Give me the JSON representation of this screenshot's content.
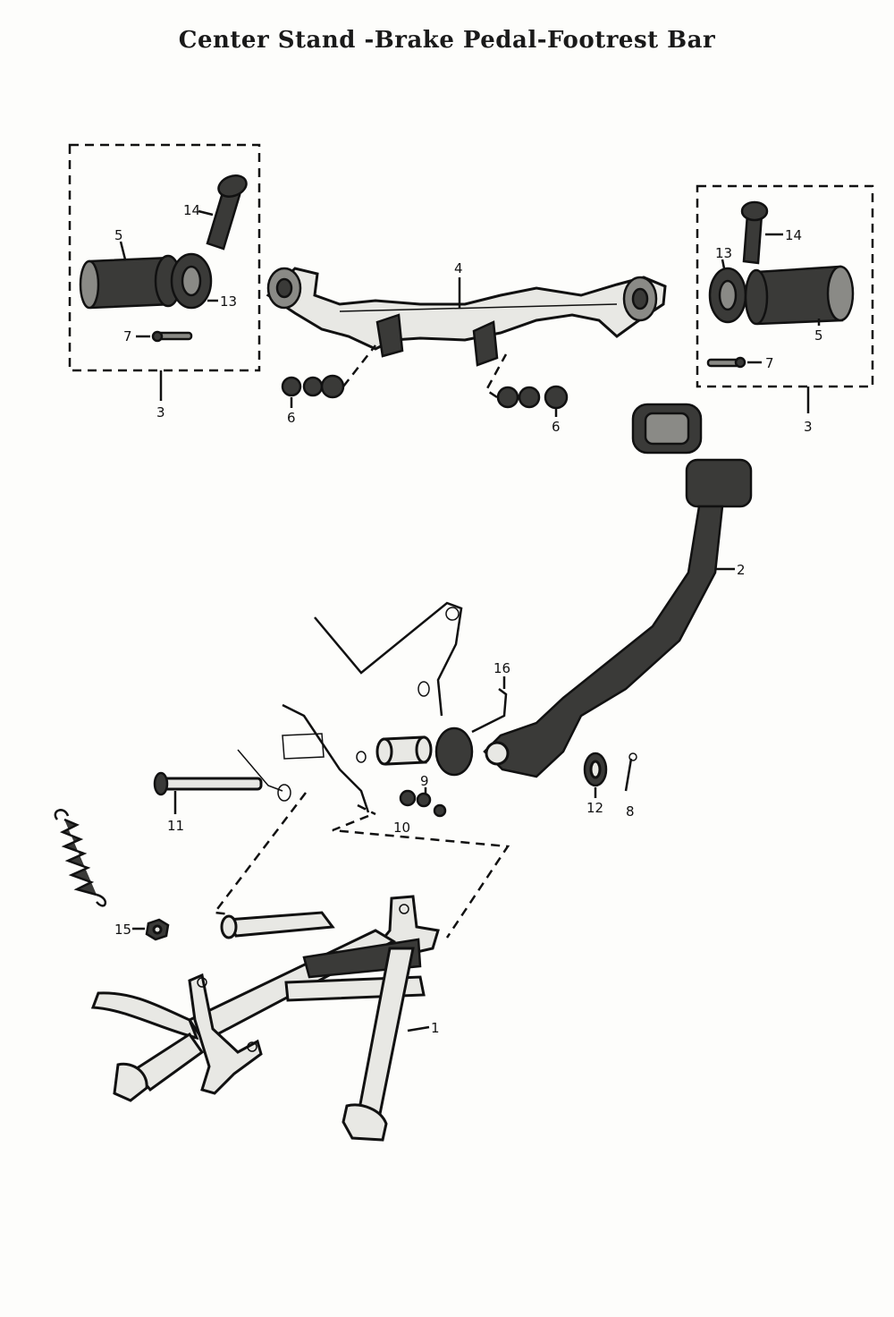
{
  "title": "Center Stand -Brake Pedal-Footrest Bar",
  "labels": {
    "p1": "1",
    "p2": "2",
    "p3_left": "3",
    "p3_right": "3",
    "p4": "4",
    "p5_left": "5",
    "p5_right": "5",
    "p6_left": "6",
    "p6_right": "6",
    "p7_left": "7",
    "p7_right": "7",
    "p8": "8",
    "p9": "9",
    "p10": "10",
    "p11": "11",
    "p12": "12",
    "p13_left": "13",
    "p13_right": "13",
    "p14_left": "14",
    "p14_right": "14",
    "p15": "15",
    "p16": "16"
  }
}
